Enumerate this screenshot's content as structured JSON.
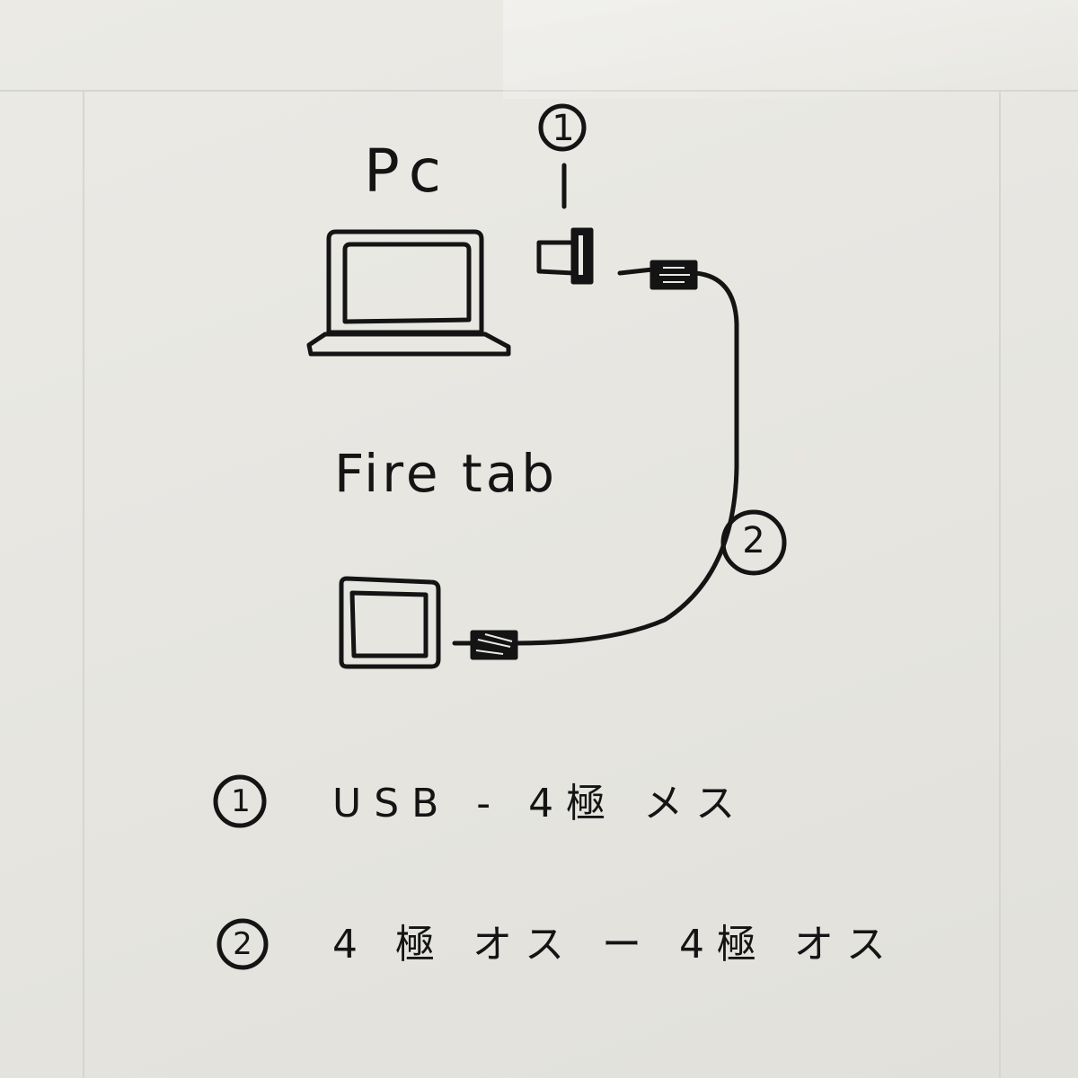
{
  "labels": {
    "pc": "Pc",
    "fire_tab": "Fire tab"
  },
  "markers": {
    "adapter": "1",
    "cable": "2"
  },
  "legend": [
    {
      "number": "1",
      "text": "USB - 4極 メス"
    },
    {
      "number": "2",
      "text": "4 極 オス ー 4極 オス"
    }
  ],
  "colors": {
    "ink": "#141414",
    "paper": "#e9e8e3",
    "rule": "#d6d5cf"
  }
}
